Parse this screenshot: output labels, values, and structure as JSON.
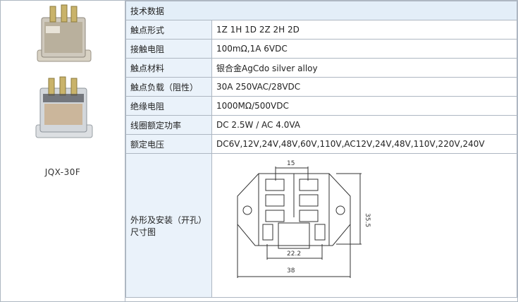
{
  "product": {
    "model": "JQX-30F"
  },
  "specs": {
    "header": "技术数据",
    "rows": [
      {
        "label": "触点形式",
        "value": "1Z  1H  1D  2Z  2H  2D"
      },
      {
        "label": "接触电阻",
        "value": "100mΩ,1A 6VDC"
      },
      {
        "label": "触点材料",
        "value": "银合金AgCdo silver alloy"
      },
      {
        "label": "触点负载（阻性）",
        "value": "30A 250VAC/28VDC"
      },
      {
        "label": "绝缘电阻",
        "value": "1000MΩ/500VDC"
      },
      {
        "label": "线圈额定功率",
        "value": "DC 2.5W / AC 4.0VA"
      },
      {
        "label": "额定电压",
        "value": "DC6V,12V,24V,48V,60V,110V,AC12V,24V,48V,110V,220V,240V"
      }
    ],
    "dimension_label": "外形及安装（开孔）尺寸图",
    "dimensions": {
      "top": "15",
      "right": "35.5",
      "inner": "22.2",
      "bottom": "38"
    }
  }
}
